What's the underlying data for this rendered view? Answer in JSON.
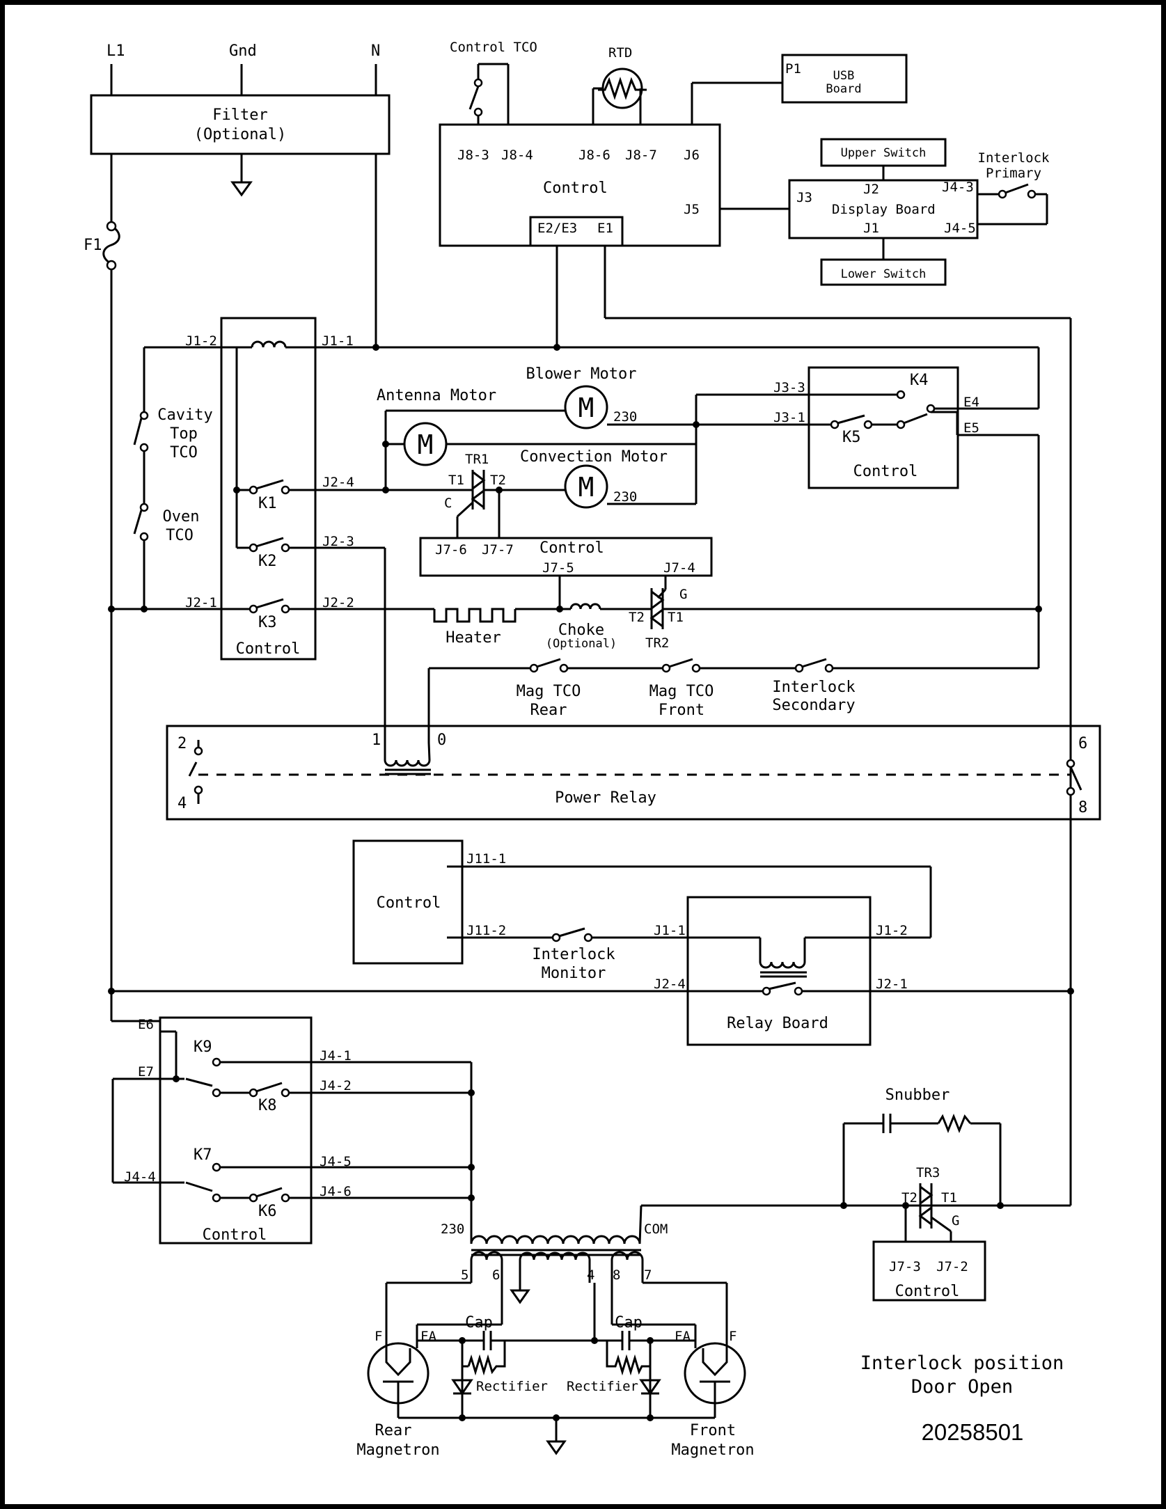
{
  "supply": {
    "l1": "L1",
    "gnd": "Gnd",
    "n": "N"
  },
  "filter": {
    "line1": "Filter",
    "line2": "(Optional)"
  },
  "fuse": "F1",
  "top_control": {
    "control_tco": "Control TCO",
    "rtd": "RTD",
    "title": "Control",
    "pins": [
      "J8-3",
      "J8-4",
      "J8-6",
      "J8-7",
      "J6",
      "J5",
      "E2/E3",
      "E1"
    ]
  },
  "usb": {
    "pin": "P1",
    "line1": "USB",
    "line2": "Board"
  },
  "display": {
    "upper": "Upper Switch",
    "lower": "Lower Switch",
    "title": "Display Board",
    "pins": [
      "J2",
      "J3",
      "J1",
      "J4-3",
      "J4-5"
    ],
    "interlock_primary_1": "Interlock",
    "interlock_primary_2": "Primary"
  },
  "relay_left": {
    "title": "Control",
    "relays": [
      "K1",
      "K2",
      "K3"
    ],
    "pins": [
      "J1-2",
      "J1-1",
      "J2-4",
      "J2-3",
      "J2-1",
      "J2-2"
    ]
  },
  "tco": {
    "cavity1": "Cavity",
    "cavity2": "Top",
    "cavity3": "TCO",
    "oven1": "Oven",
    "oven2": "TCO"
  },
  "motors": {
    "blower": "Blower Motor",
    "antenna": "Antenna Motor",
    "convection": "Convection Motor",
    "m": "M",
    "v230": "230"
  },
  "triac1": {
    "name": "TR1",
    "t1": "T1",
    "t2": "T2",
    "c": "C"
  },
  "mid_control": {
    "title": "Control",
    "pins": [
      "J7-6",
      "J7-7",
      "J7-5",
      "J7-4"
    ]
  },
  "k_control": {
    "title": "Control",
    "k4": "K4",
    "k5": "K5",
    "pins": [
      "J3-3",
      "J3-1",
      "E4",
      "E5"
    ]
  },
  "heater": "Heater",
  "choke": {
    "line1": "Choke",
    "line2": "(Optional)"
  },
  "triac2": {
    "name": "TR2",
    "t1": "T1",
    "t2": "T2",
    "g": "G"
  },
  "switches": {
    "mag_rear_1": "Mag TCO",
    "mag_rear_2": "Rear",
    "mag_front_1": "Mag TCO",
    "mag_front_2": "Front",
    "int_sec_1": "Interlock",
    "int_sec_2": "Secondary"
  },
  "power_relay": {
    "title": "Power Relay",
    "pins": [
      "2",
      "4",
      "1",
      "0",
      "6",
      "8"
    ]
  },
  "relay_board": {
    "control": "Control",
    "title": "Relay Board",
    "pins": [
      "J11-1",
      "J11-2",
      "J1-1",
      "J1-2",
      "J2-4",
      "J2-1"
    ],
    "monitor1": "Interlock",
    "monitor2": "Monitor"
  },
  "mag_control": {
    "title": "Control",
    "relays": [
      "K9",
      "K8",
      "K7",
      "K6"
    ],
    "pins": [
      "E6",
      "E7",
      "J4-4",
      "J4-1",
      "J4-2",
      "J4-5",
      "J4-6"
    ]
  },
  "transformer": {
    "v230": "230",
    "com": "COM",
    "taps": [
      "5",
      "6",
      "4",
      "8",
      "7"
    ]
  },
  "magnetrons": {
    "cap": "Cap",
    "rectifier": "Rectifier",
    "f": "F",
    "fa": "FA",
    "rear1": "Rear",
    "rear2": "Magnetron",
    "front1": "Front",
    "front2": "Magnetron"
  },
  "snubber": {
    "title": "Snubber",
    "tr3": "TR3",
    "t1": "T1",
    "t2": "T2",
    "g": "G",
    "control": "Control",
    "pins": [
      "J7-3",
      "J7-2"
    ]
  },
  "caption": {
    "line1": "Interlock position",
    "line2": "Door Open",
    "part": "20258501"
  }
}
